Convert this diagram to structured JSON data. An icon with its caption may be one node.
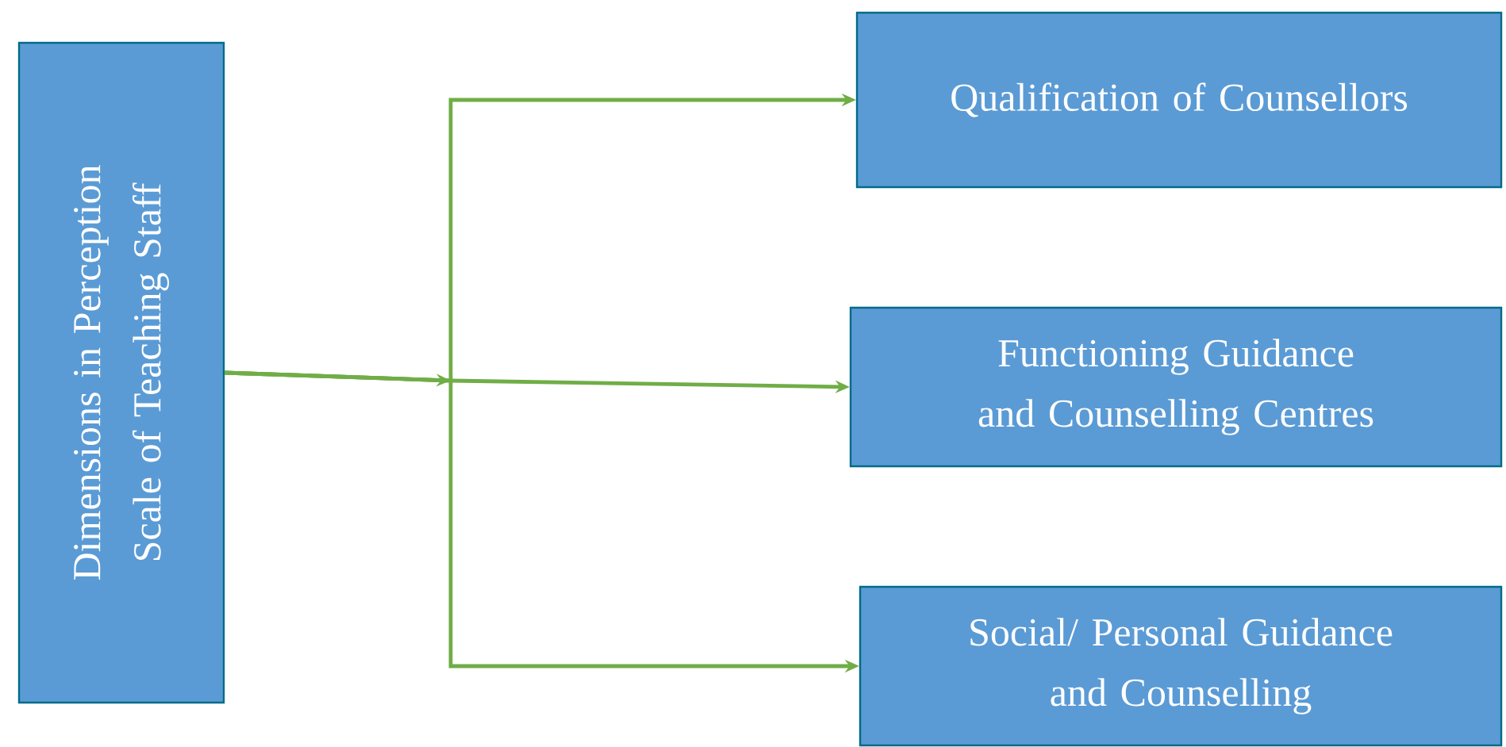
{
  "diagram": {
    "nodes": [
      {
        "text": [
          "Dimensions in Perception Scale of Teaching Staff"
        ]
      },
      {
        "text": [
          "Qualification of Counsellors"
        ]
      },
      {
        "text": [
          "Functioning Guidance and Counselling Centres"
        ]
      },
      {
        "text": [
          "Social/ Personal Guidance and Counselling"
        ]
      }
    ],
    "edges": [
      {
        "from": 0,
        "to": 1,
        "arrow": "to"
      },
      {
        "from": 0,
        "to": 2,
        "arrow": "to"
      },
      {
        "from": 0,
        "to": 3,
        "arrow": "to"
      }
    ]
  }
}
